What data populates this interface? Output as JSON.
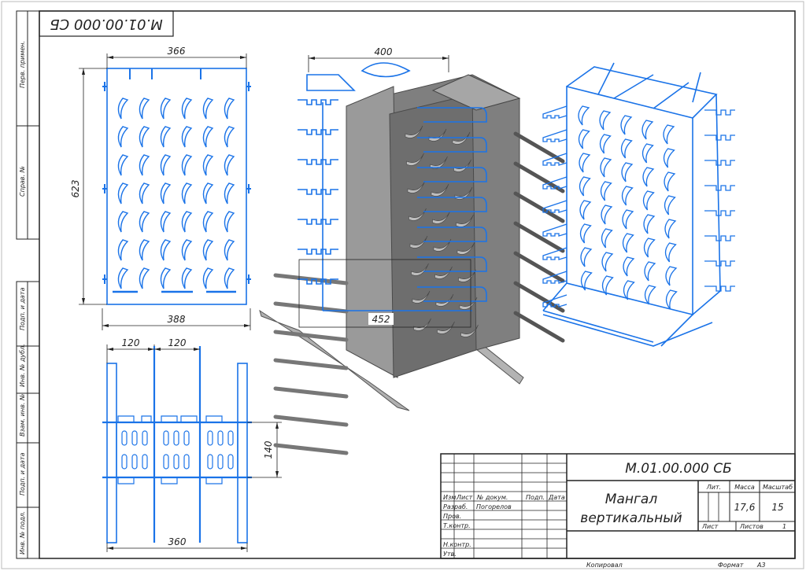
{
  "drawing": {
    "code_top_inverted": "М.01.00.000 СБ",
    "code": "М.01.00.000 СБ",
    "title_line1": "Мангал",
    "title_line2": "вертикальный"
  },
  "side_stamps": [
    "Перв. примен.",
    "Справ. №",
    "Подп. и дата",
    "Инв. № дубл.",
    "Взам. инв. №",
    "Подп. и дата",
    "Инв. № подл."
  ],
  "dimensions": {
    "front_width_top": "366",
    "front_height": "623",
    "front_width_bottom": "388",
    "top_gap_1": "120",
    "top_gap_2": "120",
    "top_height": "140",
    "top_width": "360",
    "iso_width": "400",
    "iso_base": "452"
  },
  "title_block": {
    "row_headers": [
      "Изм.",
      "Лист",
      "№ докум.",
      "Подп.",
      "Дата"
    ],
    "rows": [
      {
        "label": "Разраб.",
        "name": "Погорелов"
      },
      {
        "label": "Пров.",
        "name": ""
      },
      {
        "label": "Т.контр.",
        "name": ""
      },
      {
        "label": "Н.контр.",
        "name": ""
      },
      {
        "label": "Утв.",
        "name": ""
      }
    ],
    "lit_label": "Лит.",
    "mass_label": "Масса",
    "scale_label": "Масштаб",
    "mass_value": "17,6",
    "scale_value": "15",
    "sheet_label": "Лист",
    "sheets_label": "Листов",
    "sheets_value": "1",
    "copied": "Копировал",
    "format_label": "Формат",
    "format_value": "А3"
  },
  "colors": {
    "line": "#222222",
    "blue": "#1a73e8",
    "gray": "#8c8c8c",
    "gray_dark": "#5e5e5e"
  }
}
